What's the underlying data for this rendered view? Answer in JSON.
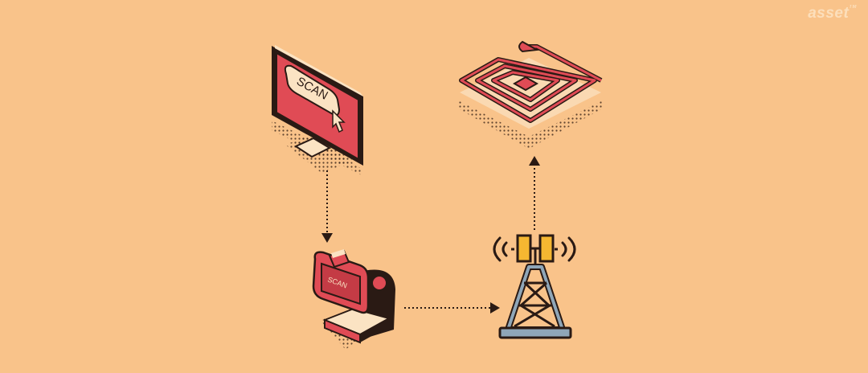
{
  "logo": {
    "text": "asset",
    "mark": "TM"
  },
  "monitor": {
    "button_label": "SCAN",
    "icon": "cursor-pointer-icon"
  },
  "scanner": {
    "screen_label": "SCAN"
  },
  "tower": {
    "icon": "cell-tower-icon"
  },
  "rfid_tag": {
    "icon": "rfid-antenna-icon"
  },
  "colors": {
    "background": "#F9C38A",
    "accent": "#E04B55",
    "outline": "#2A1A14",
    "cream": "#FBE3C3",
    "tower_steel": "#8FA6B8",
    "tower_light": "#F5B731"
  }
}
